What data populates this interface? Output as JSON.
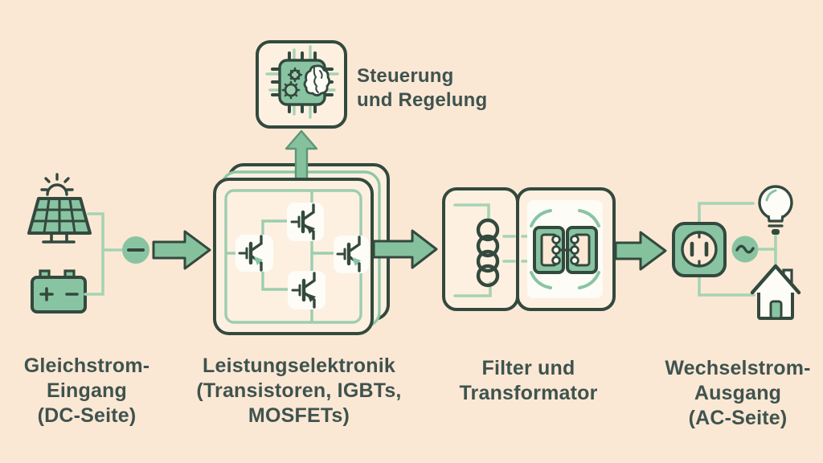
{
  "palette": {
    "background": "#fbe8d4",
    "box_fill": "#fdf0e1",
    "outline_dark": "#33493e",
    "text": "#3f534f",
    "green_mid": "#89c4a2",
    "green_light": "#a6d3b4",
    "white": "#fdfcf7"
  },
  "control_unit": {
    "label": "Steuerung\nund Regelung",
    "icon": "chip-brain-gears-icon"
  },
  "stages": [
    {
      "id": "dc-input",
      "label": "Gleichstrom-\nEingang\n(DC-Seite)",
      "icons": [
        "sun-icon",
        "solar-panel-icon",
        "battery-icon",
        "dc-minus-icon"
      ]
    },
    {
      "id": "power-electronics",
      "label": "Leistungselektronik\n(Transistoren, IGBTs,\nMOSFETs)",
      "icons": [
        "transistor-bridge-icon"
      ]
    },
    {
      "id": "filter-transformer",
      "label": "Filter und\nTransformator",
      "icons": [
        "inductor-icon",
        "transformer-icon"
      ]
    },
    {
      "id": "ac-output",
      "label": "Wechselstrom-\nAusgang\n(AC-Seite)",
      "icons": [
        "power-outlet-icon",
        "ac-wave-icon",
        "lightbulb-icon",
        "house-icon"
      ]
    }
  ],
  "flow": {
    "arrows": [
      "dc-to-power-arrow",
      "power-to-filter-arrow",
      "filter-to-output-arrow",
      "power-to-control-arrow"
    ]
  }
}
